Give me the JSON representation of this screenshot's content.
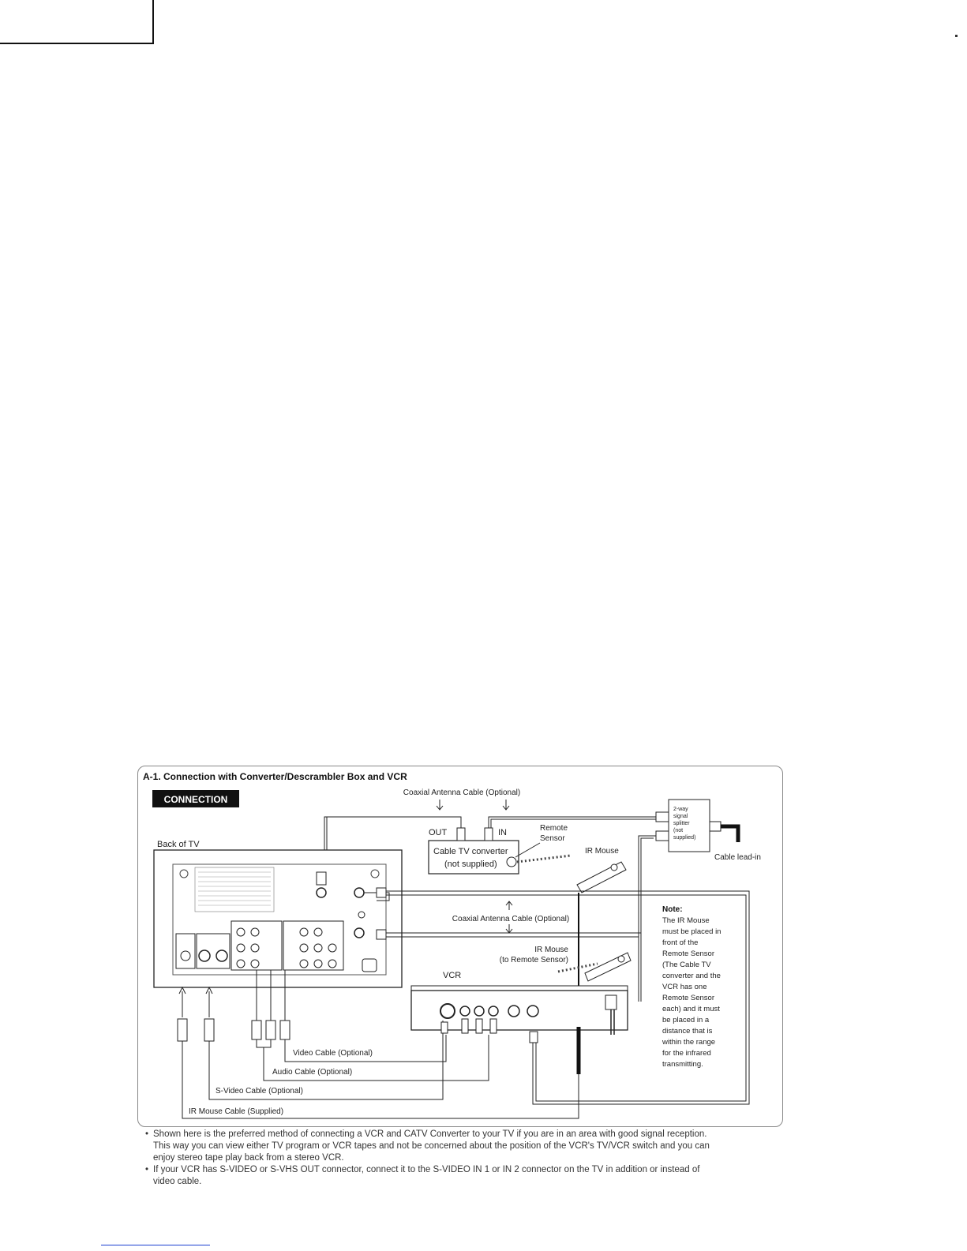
{
  "diagram": {
    "title": "A-1.  Connection with Converter/Descrambler Box and VCR",
    "badge": "CONNECTION",
    "labels": {
      "coax_top": "Coaxial Antenna Cable (Optional)",
      "out": "OUT",
      "in": "IN",
      "remote_sensor_1": "Remote",
      "remote_sensor_2": "Sensor",
      "cable_converter_1": "Cable TV converter",
      "cable_converter_2": "(not supplied)",
      "ir_mouse_top": "IR Mouse",
      "back_of_tv": "Back of TV",
      "splitter_1": "2-way",
      "splitter_2": "signal",
      "splitter_3": "splitter",
      "splitter_4": "(not",
      "splitter_5": "supplied)",
      "cable_lead_in": "Cable lead-in",
      "coax_middle": "Coaxial Antenna Cable (Optional)",
      "ir_mouse_mid_1": "IR Mouse",
      "ir_mouse_mid_2": "(to Remote Sensor)",
      "vcr": "VCR",
      "video_cable": "Video Cable (Optional)",
      "audio_cable": "Audio Cable (Optional)",
      "svideo_cable": "S-Video Cable (Optional)",
      "ir_mouse_cable": "IR Mouse Cable (Supplied)"
    },
    "note": {
      "heading": "Note:",
      "lines": [
        "The IR Mouse",
        "must be placed in",
        "front of the",
        "Remote Sensor",
        "(The Cable TV",
        "converter and the",
        "VCR has one",
        "Remote Sensor",
        "each) and it must",
        "be placed in a",
        "distance that is",
        "within the range",
        "for the infrared",
        "transmitting."
      ]
    }
  },
  "notes": [
    {
      "bullet": "•",
      "line1": "Shown here is the preferred method of connecting a VCR and CATV Converter to your TV if you are in an area with good signal reception.",
      "line2": "This way you can view either TV program or VCR tapes and not be concerned about the position of the VCR's TV/VCR switch and you can",
      "line3": "enjoy stereo tape play back from a stereo VCR."
    },
    {
      "bullet": "•",
      "line1": "If your VCR has S-VIDEO or S-VHS OUT connector, connect it to the S-VIDEO IN 1 or IN 2 connector on the TV in addition or instead of",
      "line2": "video cable."
    }
  ]
}
